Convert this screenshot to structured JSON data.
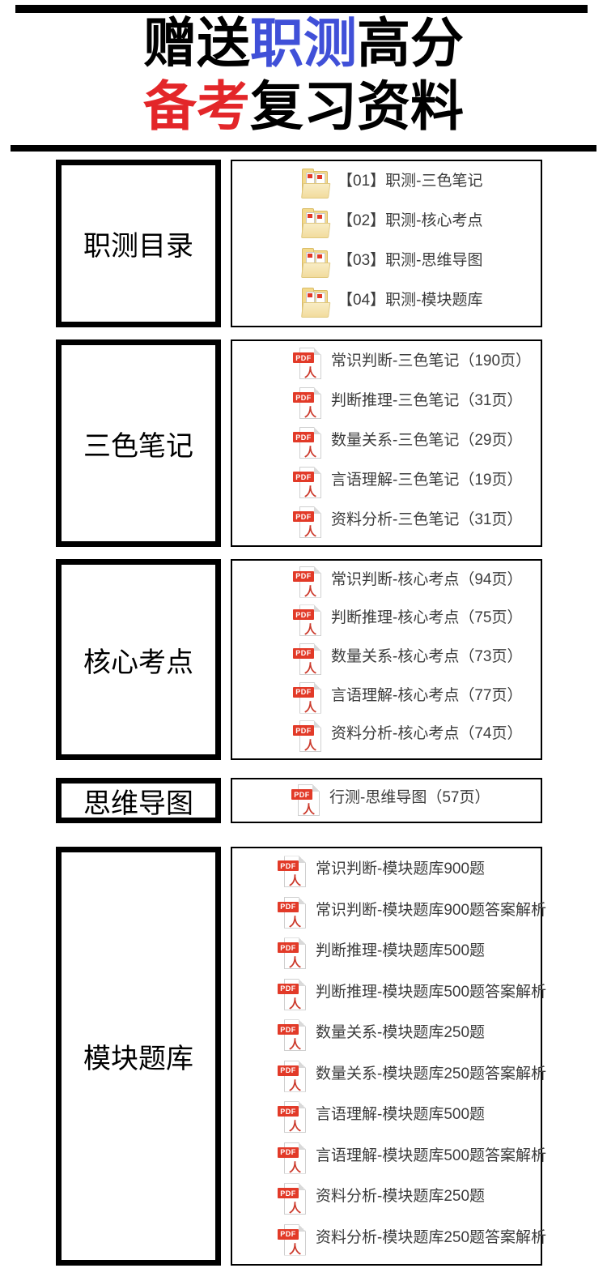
{
  "title": {
    "l1p1": "赠送",
    "l1p2": "职测",
    "l1p3": "高分",
    "l2p1": "备考",
    "l2p2": "复习资料"
  },
  "colors": {
    "title_blue": "#4050d8",
    "title_red": "#e32629",
    "bar_black": "#000000",
    "panel_border": "#000000",
    "item_text": "#3c3c3c",
    "pdf_red": "#e23a28",
    "adobe_red": "#cc3b2d",
    "folder_yellow": "#f3d98b",
    "folder_front": "#f8ecc4"
  },
  "icons": {
    "pdf_badge": "PDF",
    "adobe_glyph": "人"
  },
  "sections": [
    {
      "label": "职测目录",
      "items": [
        {
          "name": "【01】职测-三色笔记"
        },
        {
          "name": "【02】职测-核心考点"
        },
        {
          "name": "【03】职测-思维导图"
        },
        {
          "name": "【04】职测-模块题库"
        }
      ]
    },
    {
      "label": "三色笔记",
      "items": [
        {
          "name": "常识判断-三色笔记（190页）"
        },
        {
          "name": "判断推理-三色笔记（31页）"
        },
        {
          "name": "数量关系-三色笔记（29页）"
        },
        {
          "name": "言语理解-三色笔记（19页）"
        },
        {
          "name": "资料分析-三色笔记（31页）"
        }
      ]
    },
    {
      "label": "核心考点",
      "items": [
        {
          "name": "常识判断-核心考点（94页）"
        },
        {
          "name": "判断推理-核心考点（75页）"
        },
        {
          "name": "数量关系-核心考点（73页）"
        },
        {
          "name": "言语理解-核心考点（77页）"
        },
        {
          "name": "资料分析-核心考点（74页）"
        }
      ]
    },
    {
      "label": "思维导图",
      "items": [
        {
          "name": "行测-思维导图（57页）"
        }
      ]
    },
    {
      "label": "模块题库",
      "items": [
        {
          "name": "常识判断-模块题库900题"
        },
        {
          "name": "常识判断-模块题库900题答案解析"
        },
        {
          "name": "判断推理-模块题库500题"
        },
        {
          "name": "判断推理-模块题库500题答案解析"
        },
        {
          "name": "数量关系-模块题库250题"
        },
        {
          "name": "数量关系-模块题库250题答案解析"
        },
        {
          "name": "言语理解-模块题库500题"
        },
        {
          "name": "言语理解-模块题库500题答案解析"
        },
        {
          "name": "资料分析-模块题库250题"
        },
        {
          "name": "资料分析-模块题库250题答案解析"
        }
      ]
    }
  ]
}
